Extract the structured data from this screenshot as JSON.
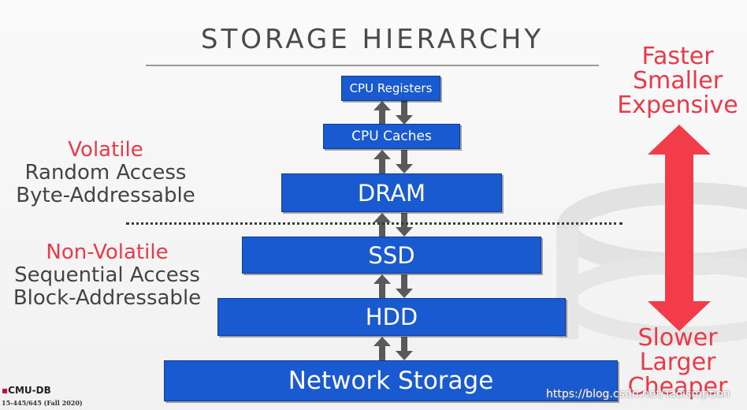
{
  "title": "STORAGE HIERARCHY",
  "tiers": {
    "registers": "CPU Registers",
    "caches": "CPU Caches",
    "dram": "DRAM",
    "ssd": "SSD",
    "hdd": "HDD",
    "network": "Network Storage"
  },
  "left_labels": {
    "volatile": {
      "heading": "Volatile",
      "line1": "Random Access",
      "line2": "Byte-Addressable"
    },
    "nonvolatile": {
      "heading": "Non-Volatile",
      "line1": "Sequential Access",
      "line2": "Block-Addressable"
    }
  },
  "right_labels": {
    "top": [
      "Faster",
      "Smaller",
      "Expensive"
    ],
    "bottom": [
      "Slower",
      "Larger",
      "Cheaper"
    ]
  },
  "footer": {
    "logo": "CMU-DB",
    "course": "15-445/645 (Fall 2020)",
    "watermark": "https://blog.csdn.net/Taoismption"
  },
  "colors": {
    "tier_fill": "#1a5ad1",
    "accent_red": "#e83a48",
    "arrow_gray": "#5a5a5a"
  }
}
